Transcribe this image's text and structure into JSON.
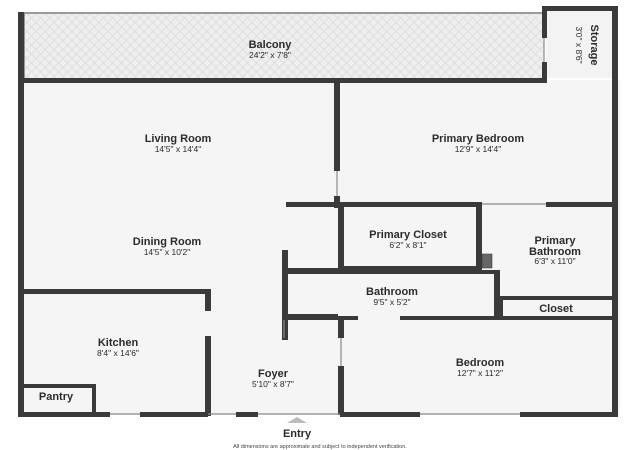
{
  "colors": {
    "wall": "#3a3a3a",
    "floor": "#f5f5f5",
    "balcony_floor": "#eeeeee",
    "text": "#2b2b2b"
  },
  "rooms": {
    "balcony": {
      "name": "Balcony",
      "dims": "24'2\" x 7'8\""
    },
    "storage": {
      "name": "Storage",
      "dims": "3'0\" x 8'6\""
    },
    "living_room": {
      "name": "Living Room",
      "dims": "14'5\" x 14'4\""
    },
    "primary_bedroom": {
      "name": "Primary Bedroom",
      "dims": "12'9\" x 14'4\""
    },
    "dining_room": {
      "name": "Dining Room",
      "dims": "14'5\" x 10'2\""
    },
    "primary_closet": {
      "name": "Primary Closet",
      "dims": "6'2\" x 8'1\""
    },
    "primary_bathroom": {
      "name_line1": "Primary",
      "name_line2": "Bathroom",
      "dims": "6'3\" x 11'0\""
    },
    "bathroom": {
      "name": "Bathroom",
      "dims": "9'5\" x 5'2\""
    },
    "closet": {
      "name": "Closet"
    },
    "kitchen": {
      "name": "Kitchen",
      "dims": "8'4\" x 14'6\""
    },
    "foyer": {
      "name": "Foyer",
      "dims": "5'10\" x 8'7\""
    },
    "bedroom": {
      "name": "Bedroom",
      "dims": "12'7\" x 11'2\""
    },
    "pantry": {
      "name": "Pantry"
    }
  },
  "entry": {
    "label": "Entry"
  },
  "disclaimer": "All dimensions are approximate and subject to independent verification."
}
